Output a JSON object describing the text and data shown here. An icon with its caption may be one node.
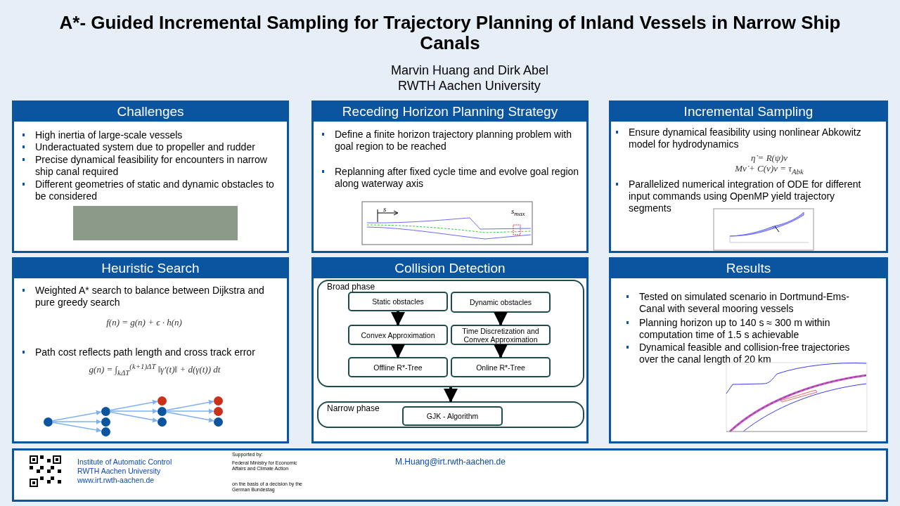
{
  "diagram": {
    "title": "A*- Guided Incremental Sampling for Trajectory Planning of Inland Vessels in Narrow Ship Canals",
    "nodes": [
      {
        "text": [
          "Challenges",
          "High inertia of large-scale vessels",
          "Underactuated system due to propeller and rudder",
          "Precise dynamical feasibility for encounters in narrow ship canal required",
          "Different geometries of static and dynamic obstacles to be considered"
        ]
      },
      {
        "text": [
          "Receding Horizon Planning Strategy",
          "Define a finite horizon trajectory planning problem with goal region to be reached",
          "Replanning after fixed cycle time and evolve goal region along waterway axis"
        ]
      },
      {
        "text": [
          "Incremental Sampling",
          "Ensure dynamical feasibility using nonlinear Abkowitz model for hydrodynamics",
          "η̇ = R(ψ)ν",
          "Mν̇ + C(ν)ν = τ$_{Abk}$",
          "Parallelized numerical integration of ODE for different input commands using OpenMP yield trajectory segments"
        ]
      },
      {
        "text": [
          "Heuristic Search",
          "Weighted A* search to balance between Dijkstra and pure greedy search",
          "f(n) = g(n) + ϵ · h(n)",
          "Path cost reflects path length and cross track error",
          "g(n) = ∫$_{kΔT}$$^{(k+1)ΔT}$ ‖γ′(t)‖ + d(γ(t)) dt"
        ]
      },
      {
        "text": [
          "Collision Detection"
        ]
      },
      {
        "text": [
          "Broad phase"
        ],
        "in": 4
      },
      {
        "text": [
          "Static obstacles"
        ],
        "in": 5
      },
      {
        "text": [
          "Dynamic obstacles"
        ],
        "in": 5
      },
      {
        "text": [
          "Convex Approximation"
        ],
        "in": 5
      },
      {
        "text": [
          "Time Discretization and Convex Approximation"
        ],
        "in": 5
      },
      {
        "text": [
          "Offline R*-Tree"
        ],
        "in": 5
      },
      {
        "text": [
          "Online R*-Tree"
        ],
        "in": 5
      },
      {
        "text": [
          "Narrow phase"
        ],
        "in": 4
      },
      {
        "text": [
          "GJK - Algorithm"
        ],
        "in": 12
      },
      {
        "text": [
          "Results",
          "Tested on simulated scenario in Dortmund-Ems-Canal with several mooring vessels",
          "Planning horizon up to 140 s ≈ 300 m within computation time of 1.5 s achievable",
          "Dynamical feasible and collision-free trajectories over the canal length of 20 km"
        ]
      },
      {
        "text": [],
        "shape": "circle",
        "in": 3
      },
      {
        "text": [],
        "shape": "circle",
        "in": 3
      },
      {
        "text": [],
        "shape": "circle",
        "in": 3
      },
      {
        "text": [],
        "shape": "circle",
        "in": 3
      },
      {
        "text": [],
        "shape": "circle",
        "in": 3
      },
      {
        "text": [],
        "shape": "circle",
        "in": 3
      },
      {
        "text": [],
        "shape": "circle",
        "in": 3
      },
      {
        "text": [],
        "shape": "circle",
        "in": 3
      },
      {
        "text": [],
        "shape": "circle",
        "in": 3
      },
      {
        "text": [],
        "shape": "circle",
        "in": 3
      }
    ],
    "edges": [
      {
        "from": 15,
        "to": 16,
        "arrow": "to"
      },
      {
        "from": 15,
        "to": 17,
        "arrow": "to"
      },
      {
        "from": 15,
        "to": 18,
        "arrow": "to"
      },
      {
        "from": 16,
        "to": 19,
        "arrow": "to"
      },
      {
        "from": 16,
        "to": 20,
        "arrow": "to"
      },
      {
        "from": 16,
        "to": 21,
        "arrow": "to"
      },
      {
        "from": 20,
        "to": 22,
        "arrow": "to"
      },
      {
        "from": 20,
        "to": 23,
        "arrow": "to"
      },
      {
        "from": 20,
        "to": 24,
        "arrow": "to"
      },
      {
        "from": 6,
        "to": 8,
        "arrow": "to",
        "style": "thick",
        "color": "#000000"
      },
      {
        "from": 8,
        "to": 10,
        "arrow": "to",
        "style": "thick",
        "color": "#000000"
      },
      {
        "from": 7,
        "to": 9,
        "arrow": "to",
        "style": "thick",
        "color": "#000000"
      },
      {
        "from": 9,
        "to": 11,
        "arrow": "to",
        "style": "thick",
        "color": "#000000"
      },
      {
        "from": 5,
        "to": 12,
        "arrow": "to",
        "style": "thick",
        "color": "#000000"
      }
    ],
    "labels": [
      "Marvin Huang and Dirk Abel",
      "RWTH Aachen University",
      "s",
      "s$_{max}$",
      "Institute of Automatic Control",
      "RWTH Aachen University",
      "www.irt.rwth-aachen.de",
      "Supported by:",
      "Federal Ministry for Economic Affairs and Climate Action",
      "on the basis of a decision by the German Bundestag",
      "M.Huang@irt.rwth-aachen.de"
    ]
  }
}
